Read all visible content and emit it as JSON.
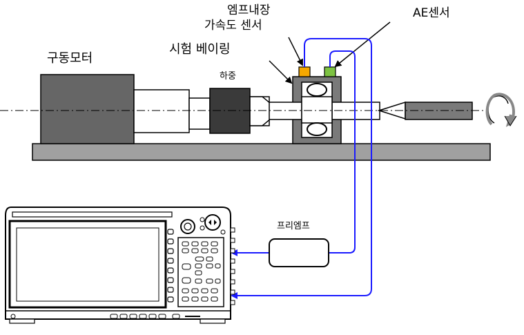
{
  "labels": {
    "drive_motor": "구동모터",
    "load": "하중",
    "test_bearing": "시험 베이링",
    "accel_sensor_line1": "엠프내장",
    "accel_sensor_line2": "가속도 센서",
    "ae_sensor": "AE센서",
    "preamp": "프리엠프"
  },
  "colors": {
    "signal_line": "#1a1aff",
    "motor": "#666666",
    "load_block": "#3a3a3a",
    "housing": "#7a7a7a",
    "base": "#a0a0a0",
    "accel_sensor": "#f5a800",
    "ae_sensor": "#7dc242",
    "tail_shaft": "#7a7a7a"
  },
  "icons": {
    "rotation": "rotation-arrow-icon"
  }
}
